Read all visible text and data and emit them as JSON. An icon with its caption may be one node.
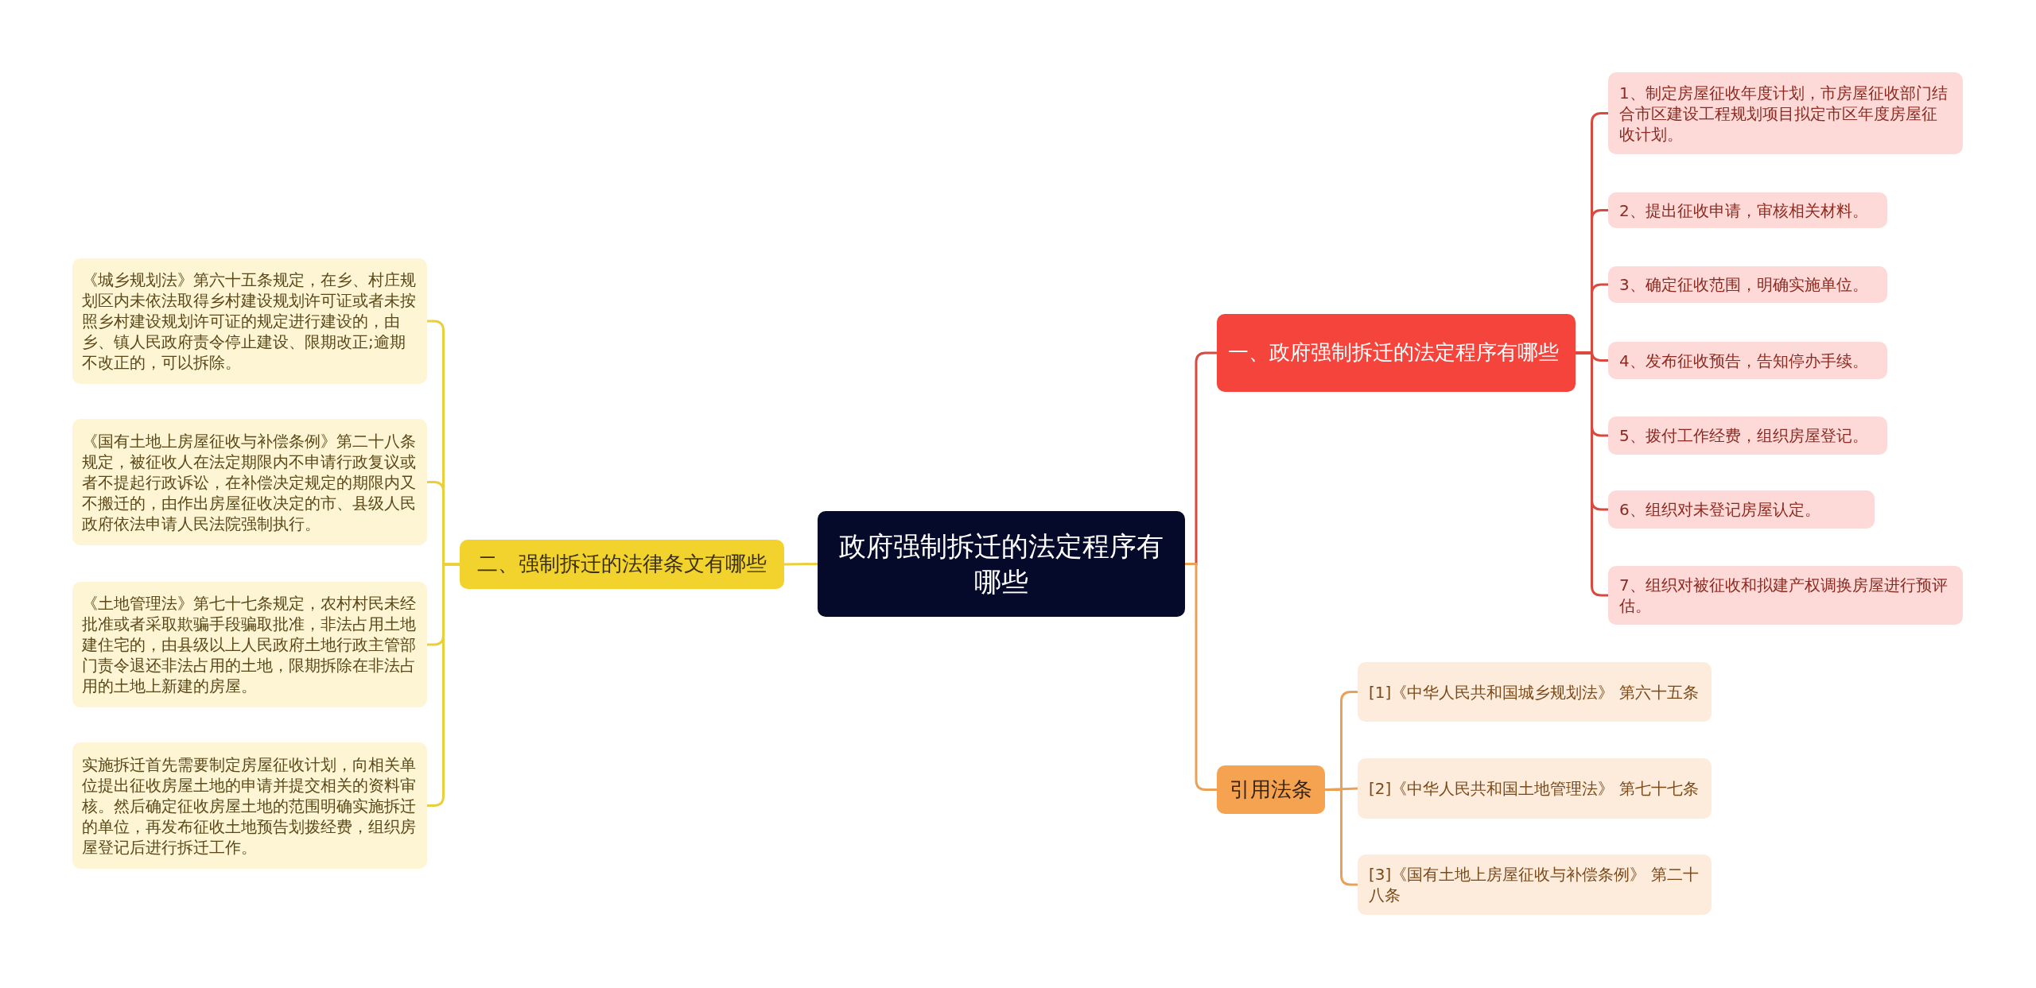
{
  "diagram": {
    "nodes": [
      {
        "text": [
          "政府强制拆迁的法定程序有哪些"
        ]
      },
      {
        "text": [
          "一、政府强制拆迁的法定程序有哪些"
        ]
      },
      {
        "text": [
          "1、制定房屋征收年度计划，市房屋征收部门结合市区建设工程规划项目拟定市区年度房屋征收计划。"
        ]
      },
      {
        "text": [
          "2、提出征收申请，审核相关材料。"
        ]
      },
      {
        "text": [
          "3、确定征收范围，明确实施单位。"
        ]
      },
      {
        "text": [
          "4、发布征收预告，告知停办手续。"
        ]
      },
      {
        "text": [
          "5、拨付工作经费，组织房屋登记。"
        ]
      },
      {
        "text": [
          "6、组织对未登记房屋认定。"
        ]
      },
      {
        "text": [
          "7、组织对被征收和拟建产权调换房屋进行预评估。"
        ]
      },
      {
        "text": [
          "引用法条"
        ]
      },
      {
        "text": [
          "[1]《中华人民共和国城乡规划法》 第六十五条"
        ]
      },
      {
        "text": [
          "[2]《中华人民共和国土地管理法》 第七十七条"
        ]
      },
      {
        "text": [
          "[3]《国有土地上房屋征收与补偿条例》 第二十八条"
        ]
      },
      {
        "text": [
          "二、强制拆迁的法律条文有哪些"
        ]
      },
      {
        "text": [
          "《城乡规划法》第六十五条规定，在乡、村庄规划区内未依法取得乡村建设规划许可证或者未按照乡村建设规划许可证的规定进行建设的，由乡、镇人民政府责令停止建设、限期改正;逾期不改正的，可以拆除。"
        ]
      },
      {
        "text": [
          "《国有土地上房屋征收与补偿条例》第二十八条规定，被征收人在法定期限内不申请行政复议或者不提起行政诉讼，在补偿决定规定的期限内又不搬迁的，由作出房屋征收决定的市、县级人民政府依法申请人民法院强制执行。"
        ]
      },
      {
        "text": [
          "《土地管理法》第七十七条规定，农村村民未经批准或者采取欺骗手段骗取批准，非法占用土地建住宅的，由县级以上人民政府土地行政主管部门责令退还非法占用的土地，限期拆除在非法占用的土地上新建的房屋。"
        ]
      },
      {
        "text": [
          "实施拆迁首先需要制定房屋征收计划，向相关单位提出征收房屋土地的申请并提交相关的资料审核。然后确定征收房屋土地的范围明确实施拆迁的单位，再发布征收土地预告划拨经费，组织房屋登记后进行拆迁工作。"
        ]
      }
    ],
    "edges": [
      {
        "from": 0,
        "to": 1,
        "arrow": "none"
      },
      {
        "from": 1,
        "to": 2,
        "arrow": "none"
      },
      {
        "from": 1,
        "to": 3,
        "arrow": "none"
      },
      {
        "from": 1,
        "to": 4,
        "arrow": "none"
      },
      {
        "from": 1,
        "to": 5,
        "arrow": "none"
      },
      {
        "from": 1,
        "to": 6,
        "arrow": "none"
      },
      {
        "from": 1,
        "to": 7,
        "arrow": "none"
      },
      {
        "from": 1,
        "to": 8,
        "arrow": "none"
      },
      {
        "from": 0,
        "to": 9,
        "arrow": "none",
        "color": "#e9a158"
      },
      {
        "from": 9,
        "to": 10,
        "arrow": "none",
        "color": "#e9a158"
      },
      {
        "from": 9,
        "to": 11,
        "arrow": "none",
        "color": "#e9a158"
      },
      {
        "from": 9,
        "to": 12,
        "arrow": "none",
        "color": "#e9a158"
      },
      {
        "from": 0,
        "to": 13,
        "arrow": "none",
        "color": "#ebcf3a"
      },
      {
        "from": 13,
        "to": 14,
        "arrow": "none",
        "color": "#ebcf3a"
      },
      {
        "from": 13,
        "to": 15,
        "arrow": "none",
        "color": "#ebcf3a"
      },
      {
        "from": 13,
        "to": 16,
        "arrow": "none",
        "color": "#ebcf3a"
      },
      {
        "from": 13,
        "to": 17,
        "arrow": "none",
        "color": "#ebcf3a"
      }
    ]
  }
}
